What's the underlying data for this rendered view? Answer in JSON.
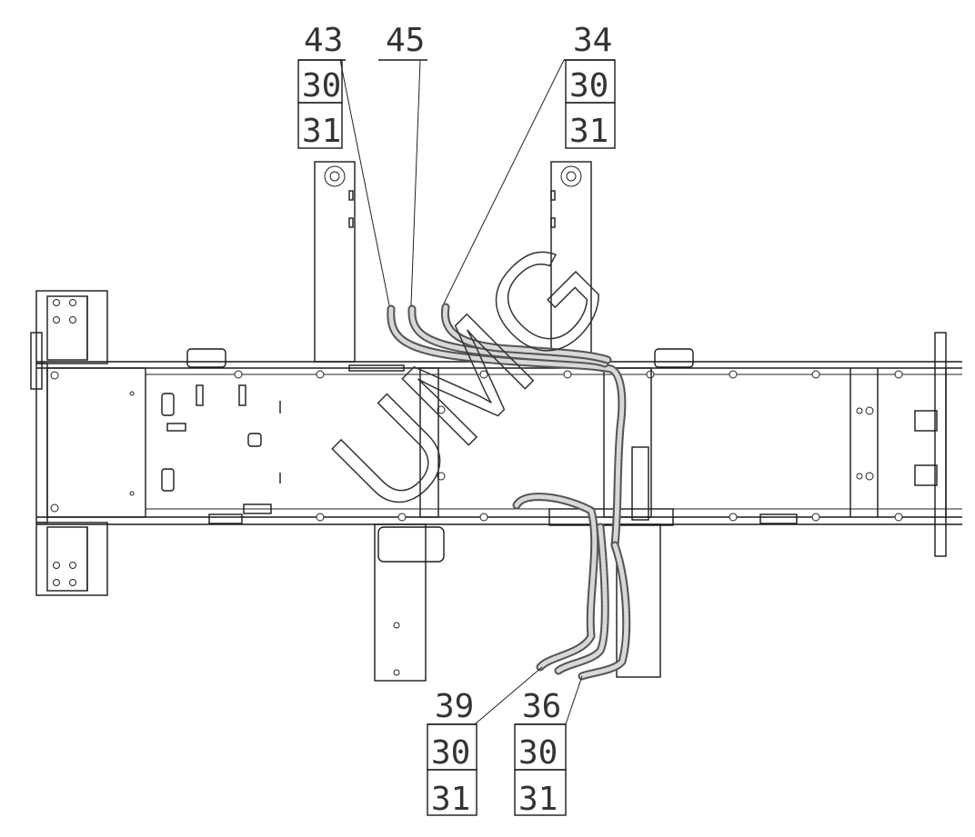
{
  "watermark": "UMG",
  "callouts": [
    {
      "id": "callout-top-left",
      "labels": [
        "43",
        "30",
        "31"
      ]
    },
    {
      "id": "callout-top-mid",
      "labels": [
        "45"
      ]
    },
    {
      "id": "callout-top-right",
      "labels": [
        "34",
        "30",
        "31"
      ]
    },
    {
      "id": "callout-bottom-left",
      "labels": [
        "39",
        "30",
        "31"
      ]
    },
    {
      "id": "callout-bottom-right",
      "labels": [
        "36",
        "30",
        "31"
      ]
    }
  ]
}
